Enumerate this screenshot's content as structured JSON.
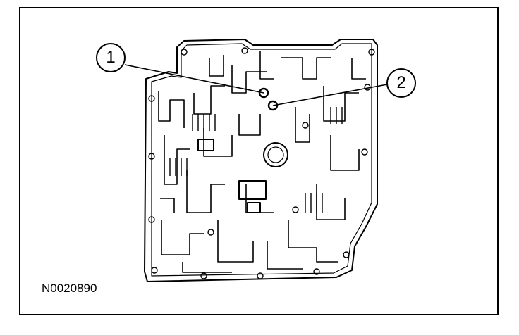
{
  "figure": {
    "id_code": "N0020890",
    "subject": "valve-body-separator-plate",
    "callouts": [
      {
        "label": "1",
        "target": "upper-small-port"
      },
      {
        "label": "2",
        "target": "lower-small-port"
      }
    ]
  }
}
